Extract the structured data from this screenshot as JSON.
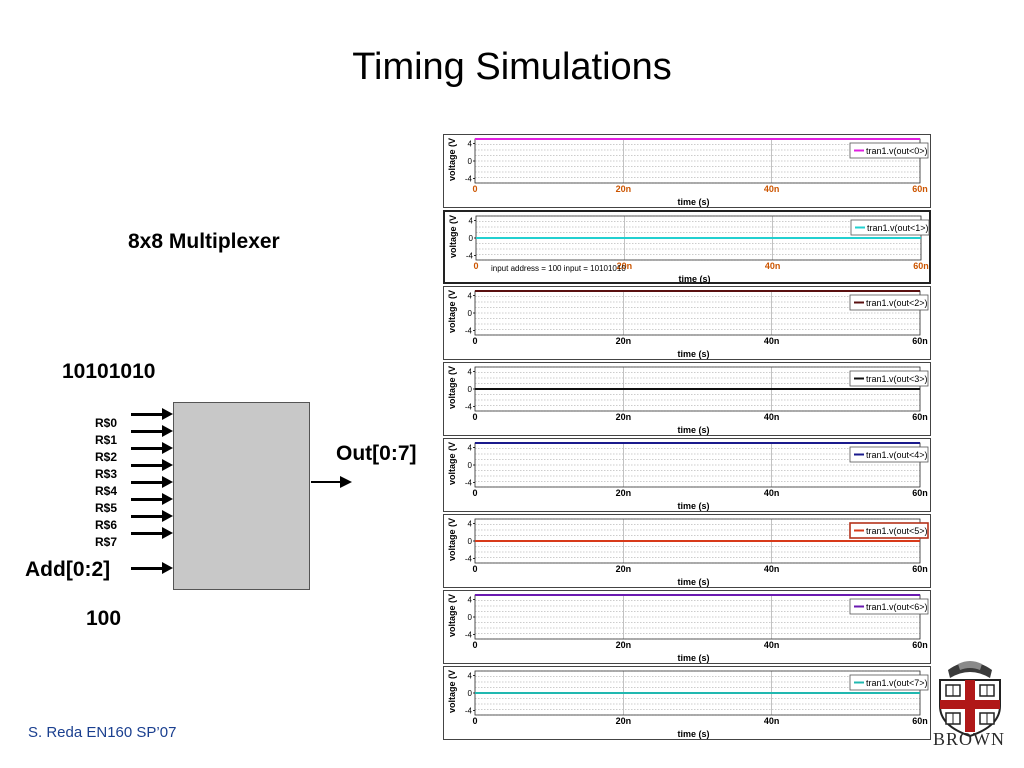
{
  "slide": {
    "title": "Timing Simulations",
    "subtitle": "8x8 Multiplexer",
    "input_bits": "10101010",
    "registers": [
      "R$0",
      "R$1",
      "R$2",
      "R$3",
      "R$4",
      "R$5",
      "R$6",
      "R$7"
    ],
    "address_label": "Add[0:2]",
    "address_value": "100",
    "output_label": "Out[0:7]",
    "footer": "S. Reda EN160 SP’07",
    "logo_text": "BROWN"
  },
  "chart_data": [
    {
      "type": "line",
      "legend": "tran1.v(out<0>)",
      "color": "#e020e0",
      "ylabel": "voltage (V",
      "xlabel": "time (s)",
      "x_ticks": [
        "0",
        "20n",
        "40n",
        "60n"
      ],
      "y_ticks": [
        "4",
        "0",
        "-4"
      ],
      "ylim": [
        -5,
        5
      ],
      "xlim": [
        0,
        60
      ],
      "x": [
        0,
        60
      ],
      "y": [
        5,
        5
      ],
      "xtick_color": "#cc5500",
      "selected": false
    },
    {
      "type": "line",
      "legend": "tran1.v(out<1>)",
      "color": "#22d0d0",
      "ylabel": "voltage (V",
      "xlabel": "time (s)",
      "x_ticks": [
        "0",
        "20n",
        "40n",
        "60n"
      ],
      "y_ticks": [
        "4",
        "0",
        "-4"
      ],
      "ylim": [
        -5,
        5
      ],
      "xlim": [
        0,
        60
      ],
      "x": [
        0,
        60
      ],
      "y": [
        0,
        0
      ],
      "xtick_color": "#cc5500",
      "selected": true,
      "annotation": "input address = 100 input = 10101010"
    },
    {
      "type": "line",
      "legend": "tran1.v(out<2>)",
      "color": "#5a1010",
      "ylabel": "voltage (V",
      "xlabel": "time (s)",
      "x_ticks": [
        "0",
        "20n",
        "40n",
        "60n"
      ],
      "y_ticks": [
        "4",
        "0",
        "-4"
      ],
      "ylim": [
        -5,
        5
      ],
      "xlim": [
        0,
        60
      ],
      "x": [
        0,
        60
      ],
      "y": [
        5,
        5
      ],
      "xtick_color": "#000000",
      "selected": false
    },
    {
      "type": "line",
      "legend": "tran1.v(out<3>)",
      "color": "#111111",
      "ylabel": "voltage (V",
      "xlabel": "time (s)",
      "x_ticks": [
        "0",
        "20n",
        "40n",
        "60n"
      ],
      "y_ticks": [
        "4",
        "0",
        "-4"
      ],
      "ylim": [
        -5,
        5
      ],
      "xlim": [
        0,
        60
      ],
      "x": [
        0,
        60
      ],
      "y": [
        0,
        0
      ],
      "xtick_color": "#000000",
      "selected": false
    },
    {
      "type": "line",
      "legend": "tran1.v(out<4>)",
      "color": "#1a1a8c",
      "ylabel": "voltage (V",
      "xlabel": "time (s)",
      "x_ticks": [
        "0",
        "20n",
        "40n",
        "60n"
      ],
      "y_ticks": [
        "4",
        "0",
        "-4"
      ],
      "ylim": [
        -5,
        5
      ],
      "xlim": [
        0,
        60
      ],
      "x": [
        0,
        60
      ],
      "y": [
        5,
        5
      ],
      "xtick_color": "#000000",
      "selected": false
    },
    {
      "type": "line",
      "legend": "tran1.v(out<5>)",
      "color": "#d83a1a",
      "ylabel": "voltage (V",
      "xlabel": "time (s)",
      "x_ticks": [
        "0",
        "20n",
        "40n",
        "60n"
      ],
      "y_ticks": [
        "4",
        "0",
        "-4"
      ],
      "ylim": [
        -5,
        5
      ],
      "xlim": [
        0,
        60
      ],
      "x": [
        0,
        60
      ],
      "y": [
        0,
        0
      ],
      "xtick_color": "#000000",
      "selected": false,
      "legend_highlight": true
    },
    {
      "type": "line",
      "legend": "tran1.v(out<6>)",
      "color": "#6a1ab0",
      "ylabel": "voltage (V",
      "xlabel": "time (s)",
      "x_ticks": [
        "0",
        "20n",
        "40n",
        "60n"
      ],
      "y_ticks": [
        "4",
        "0",
        "-4"
      ],
      "ylim": [
        -5,
        5
      ],
      "xlim": [
        0,
        60
      ],
      "x": [
        0,
        60
      ],
      "y": [
        5,
        5
      ],
      "xtick_color": "#000000",
      "selected": false
    },
    {
      "type": "line",
      "legend": "tran1.v(out<7>)",
      "color": "#20b8b0",
      "ylabel": "voltage (V",
      "xlabel": "time (s)",
      "x_ticks": [
        "0",
        "20n",
        "40n",
        "60n"
      ],
      "y_ticks": [
        "4",
        "0",
        "-4"
      ],
      "ylim": [
        -5,
        5
      ],
      "xlim": [
        0,
        60
      ],
      "x": [
        0,
        60
      ],
      "y": [
        0,
        0
      ],
      "xtick_color": "#000000",
      "selected": false
    }
  ]
}
